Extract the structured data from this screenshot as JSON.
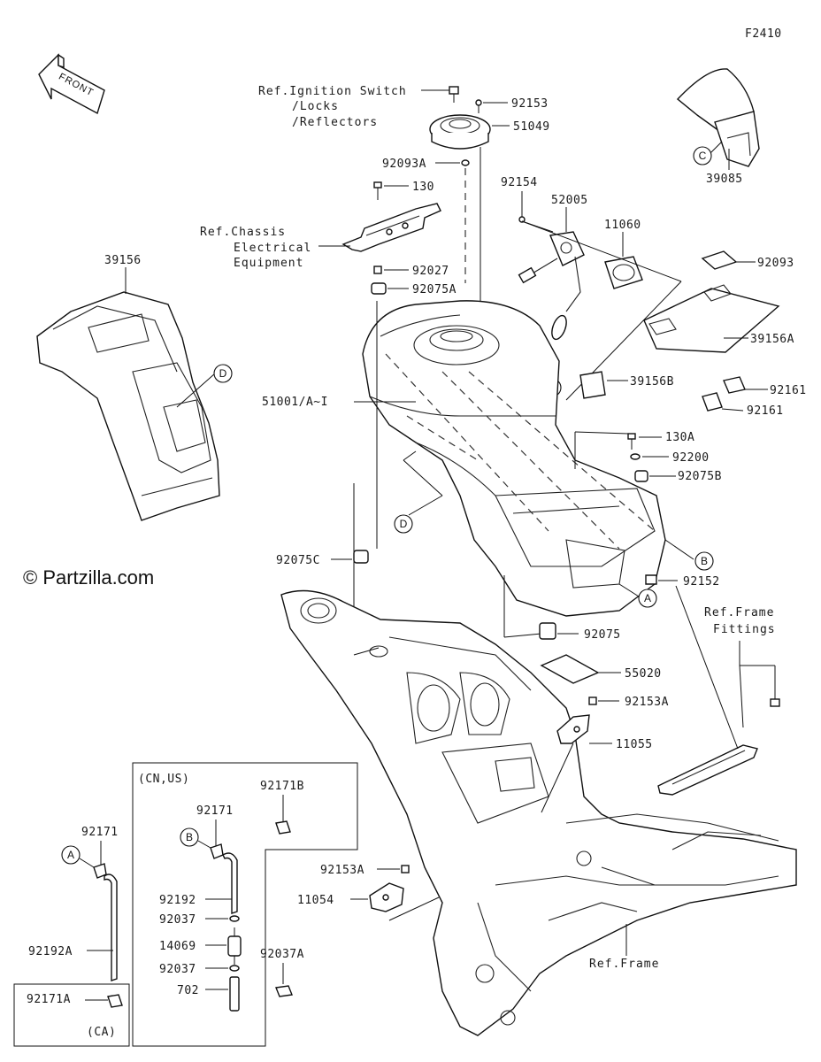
{
  "diagram_id": "F2410",
  "watermark": "© Partzilla.com",
  "front_label": "FRONT",
  "refs": {
    "ignition_1": "Ref.Ignition Switch",
    "ignition_2": "/Locks",
    "ignition_3": "/Reflectors",
    "chassis_1": "Ref.Chassis",
    "chassis_2": "Electrical",
    "chassis_3": "Equipment",
    "frame_fittings_1": "Ref.Frame",
    "frame_fittings_2": "Fittings",
    "frame": "Ref.Frame"
  },
  "inset": {
    "cn_us": "(CN,US)",
    "ca": "(CA)"
  },
  "parts": {
    "p92153": "92153",
    "p51049": "51049",
    "p92093A": "92093A",
    "p130": "130",
    "p92027": "92027",
    "p92075A": "92075A",
    "p39156": "39156",
    "p51001": "51001/A~I",
    "p92075C": "92075C",
    "p92154": "92154",
    "p52005": "52005",
    "p11060": "11060",
    "p39085": "39085",
    "p92093": "92093",
    "p39156A": "39156A",
    "p39156B": "39156B",
    "p92161a": "92161",
    "p92161b": "92161",
    "p130A": "130A",
    "p92200": "92200",
    "p92075B": "92075B",
    "p92152": "92152",
    "p92075": "92075",
    "p55020": "55020",
    "p92153A_top": "92153A",
    "p11055": "11055",
    "p92153A_mid": "92153A",
    "p11054": "11054",
    "p92171_left": "92171",
    "p92192A": "92192A",
    "p92171A": "92171A",
    "p92171B": "92171B",
    "p92171_inset": "92171",
    "p92192": "92192",
    "p92037_a": "92037",
    "p14069": "14069",
    "p92037_b": "92037",
    "p702": "702",
    "p92037A": "92037A"
  },
  "callouts": {
    "A": "A",
    "B": "B",
    "C": "C",
    "D": "D"
  }
}
